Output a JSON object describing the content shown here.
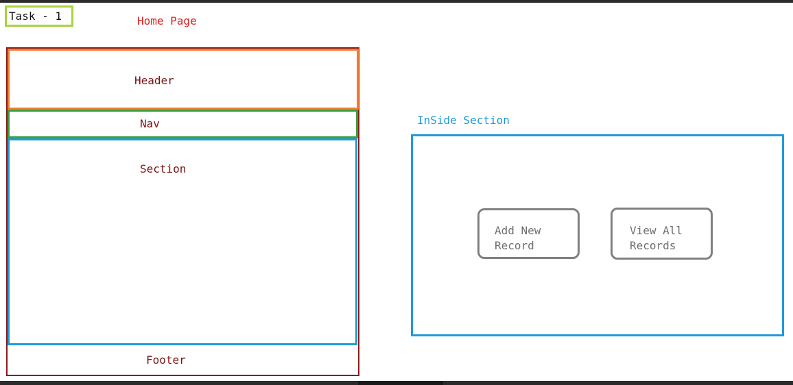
{
  "task_label": "Task - 1",
  "home_page_title": "Home Page",
  "layout": {
    "header": "Header",
    "nav": "Nav",
    "section": "Section",
    "footer": "Footer"
  },
  "inside_section": {
    "title": "InSide Section",
    "buttons": {
      "add_new_record": "Add New\nRecord",
      "view_all_records": "View All\nRecords"
    }
  },
  "colors": {
    "task_border": "#a6d23c",
    "home_title": "#e02020",
    "outer_frame": "#8b1a1a",
    "header_border": "#f08030",
    "nav_border": "#3aa040",
    "section_border": "#1e9bd8",
    "label_text": "#7a1414",
    "button_border": "#808080"
  }
}
